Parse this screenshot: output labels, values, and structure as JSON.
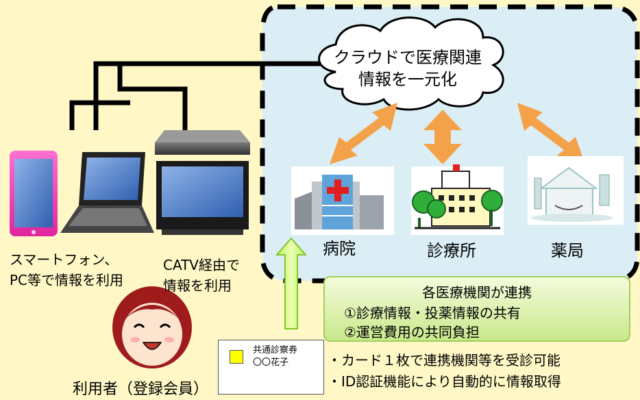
{
  "cloud": {
    "line1": "クラウドで医療関連",
    "line2": "情報を一元化"
  },
  "institutions": {
    "hospital": "病院",
    "clinic": "診療所",
    "pharmacy": "薬局"
  },
  "devices": {
    "phone_pc_line1": "スマートフォン、",
    "phone_pc_line2": "PC等で情報を利用",
    "catv_line1": "CATV経由で",
    "catv_line2": "情報を利用"
  },
  "collaboration": {
    "title": "各医療機関が連携",
    "item1": "①診療情報・投薬情報の共有",
    "item2": "②運営費用の共同負担"
  },
  "card": {
    "title": "共通診察券",
    "name": "〇〇花子"
  },
  "user_label": "利用者（登録会員）",
  "benefits": {
    "line1": "・カード１枚で連携機関等を受診可能",
    "line2": "・ID認証機能により自動的に情報取得"
  }
}
